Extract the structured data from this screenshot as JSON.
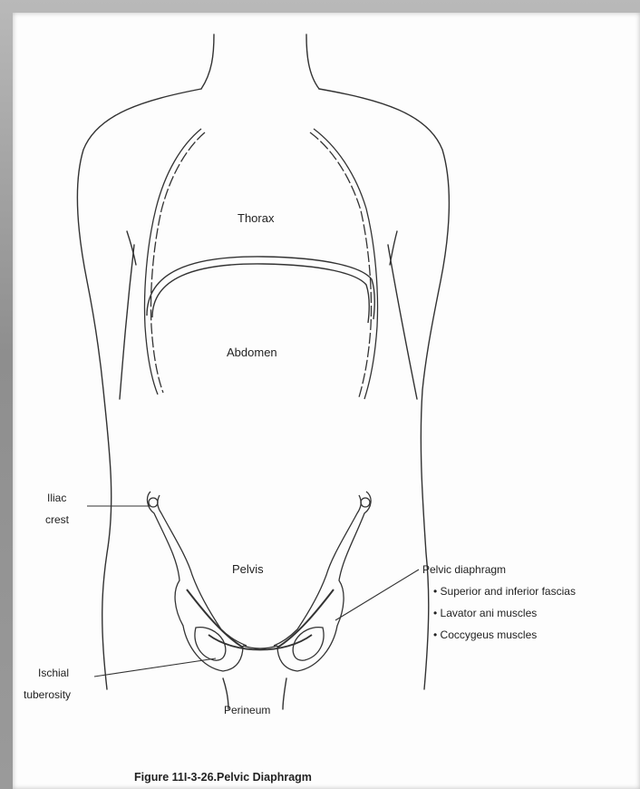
{
  "regions": {
    "thorax": "Thorax",
    "abdomen": "Abdomen",
    "pelvis": "Pelvis",
    "perineum": "Perineum"
  },
  "labels": {
    "iliac_crest_line1": "Iliac",
    "iliac_crest_line2": "crest",
    "ischial_line1": "Ischial",
    "ischial_line2": "tuberosity",
    "pelvic_diaphragm": "Pelvic diaphragm",
    "bullets": [
      "• Superior and inferior fascias",
      "• Lavator ani muscles",
      "• Coccygeus muscles"
    ]
  },
  "caption": "Figure 11I-3-26.Pelvic Diaphragm"
}
